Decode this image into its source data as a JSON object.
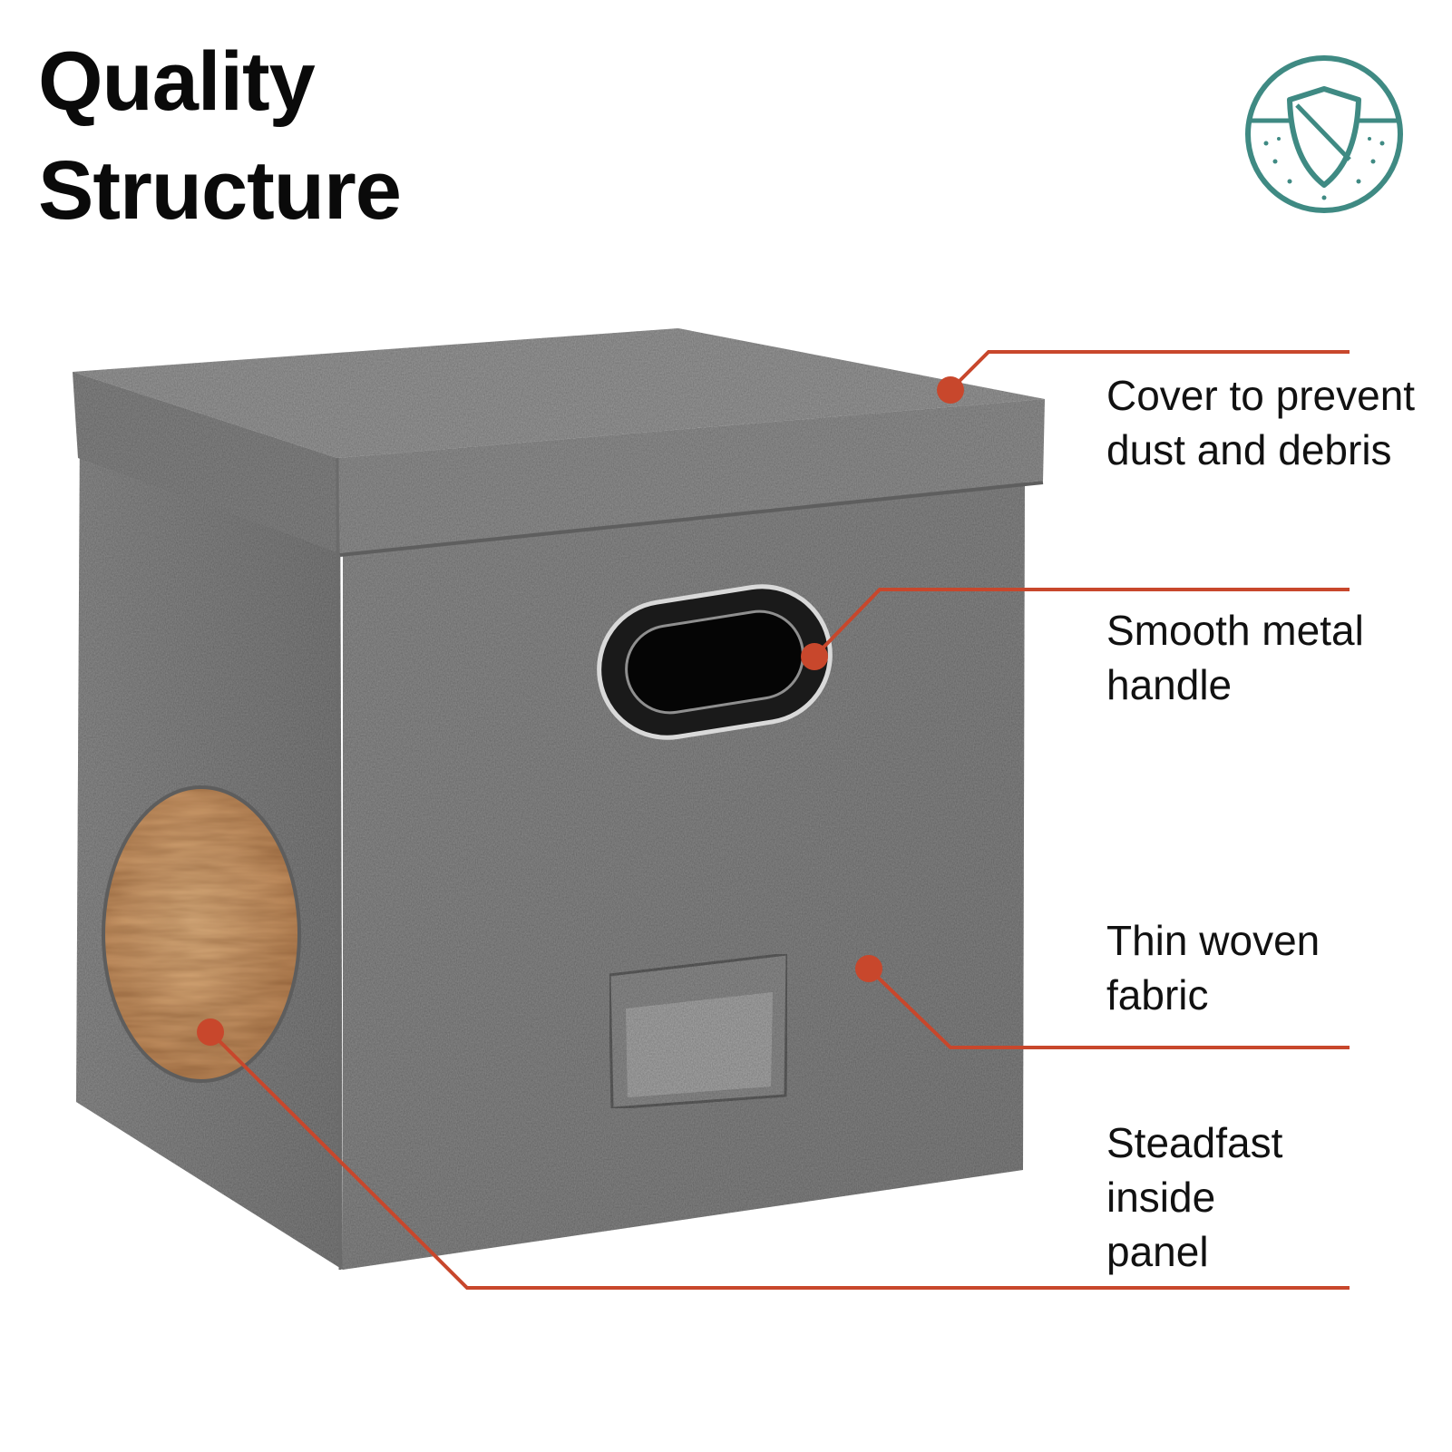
{
  "title": "Quality\nStructure",
  "badge": {
    "icon": "shield-badge-icon",
    "color": "#3f8a83"
  },
  "accent_color": "#c8472c",
  "callouts": [
    {
      "label": "Cover to prevent\ndust and debris",
      "points_to": "lid"
    },
    {
      "label": "Smooth metal\nhandle",
      "points_to": "handle"
    },
    {
      "label": "Thin woven\nfabric",
      "points_to": "fabric"
    },
    {
      "label": "Steadfast\ninside\npanel",
      "points_to": "wood-panel"
    }
  ]
}
